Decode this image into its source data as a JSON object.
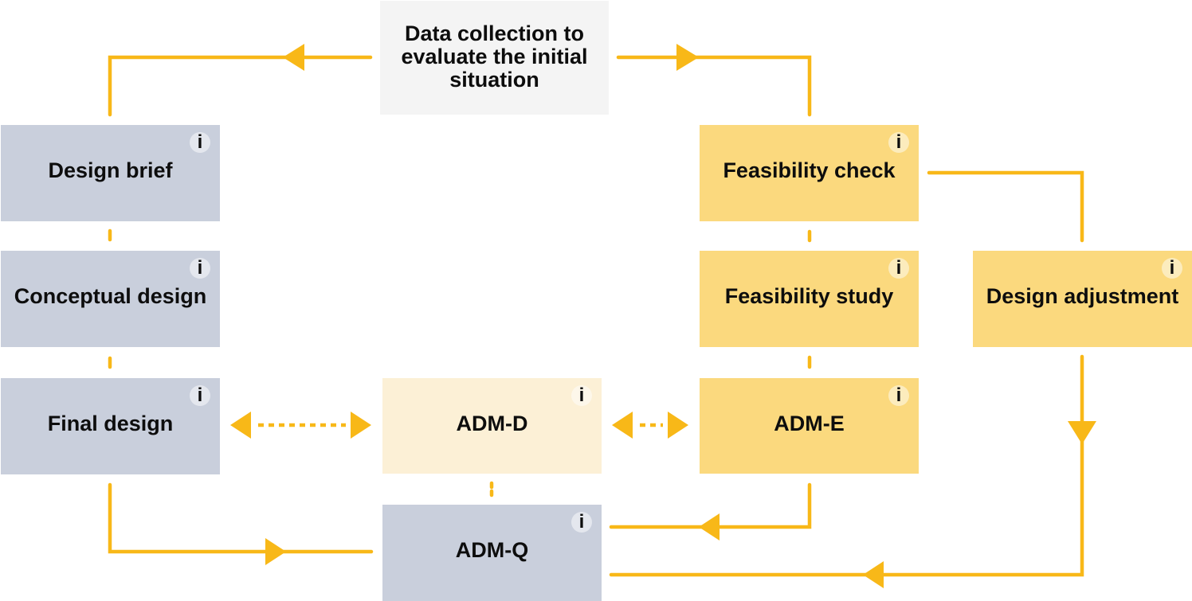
{
  "diagram": {
    "title": "",
    "colors": {
      "connector": "#f8b818",
      "grey_box": "#c9cfdc",
      "gold_box": "#fbd97e",
      "pale_box": "#fcf0d6",
      "start_box": "#f4f4f4",
      "text": "#0d0d0d"
    },
    "info_icon_glyph": "i",
    "nodes": {
      "start": {
        "label": "Data collection to evaluate the initial situation",
        "has_info": false
      },
      "design_brief": {
        "label": "Design brief",
        "has_info": true
      },
      "conceptual_design": {
        "label": "Conceptual design",
        "has_info": true
      },
      "final_design": {
        "label": "Final design",
        "has_info": true
      },
      "feasibility_check": {
        "label": "Feasibility check",
        "has_info": true
      },
      "feasibility_study": {
        "label": "Feasibility study",
        "has_info": true
      },
      "design_adjustment": {
        "label": "Design adjustment",
        "has_info": true
      },
      "adm_d": {
        "label": "ADM-D",
        "has_info": true
      },
      "adm_e": {
        "label": "ADM-E",
        "has_info": true
      },
      "adm_q": {
        "label": "ADM-Q",
        "has_info": true
      }
    },
    "connections": [
      {
        "from": "start",
        "to": "design_brief",
        "style": "solid-arrow"
      },
      {
        "from": "start",
        "to": "feasibility_check",
        "style": "solid-arrow"
      },
      {
        "from": "design_brief",
        "to": "conceptual_design",
        "style": "short-link"
      },
      {
        "from": "conceptual_design",
        "to": "final_design",
        "style": "short-link"
      },
      {
        "from": "feasibility_check",
        "to": "feasibility_study",
        "style": "short-link"
      },
      {
        "from": "feasibility_study",
        "to": "adm_e",
        "style": "short-link"
      },
      {
        "from": "feasibility_check",
        "to": "design_adjustment",
        "style": "solid-line"
      },
      {
        "from": "final_design",
        "to": "adm_d",
        "style": "dashed-double-arrow"
      },
      {
        "from": "adm_d",
        "to": "adm_e",
        "style": "dashed-double-arrow"
      },
      {
        "from": "adm_d",
        "to": "adm_q",
        "style": "dotted-link"
      },
      {
        "from": "final_design",
        "to": "adm_q",
        "style": "solid-arrow"
      },
      {
        "from": "adm_e",
        "to": "adm_q",
        "style": "solid-arrow"
      },
      {
        "from": "design_adjustment",
        "to": "adm_q",
        "style": "solid-arrow"
      }
    ]
  }
}
